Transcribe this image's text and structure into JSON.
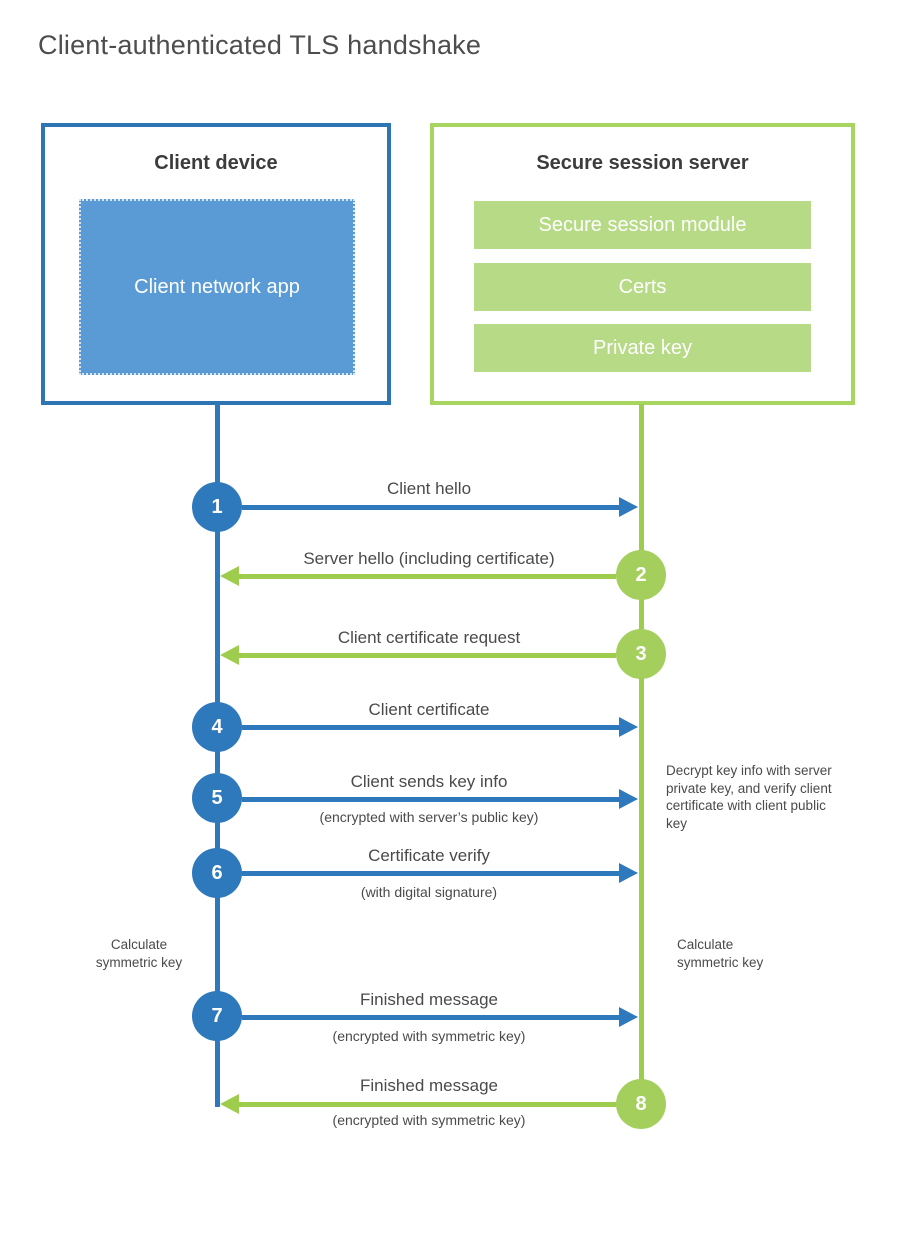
{
  "title": "Client-authenticated TLS handshake",
  "client": {
    "title": "Client device",
    "app_label": "Client network app"
  },
  "server": {
    "title": "Secure session server",
    "modules": [
      "Secure session module",
      "Certs",
      "Private key"
    ]
  },
  "messages": [
    {
      "number": "1",
      "label": "Client hello",
      "sublabel": "",
      "direction": "right",
      "from": "client",
      "to": "server"
    },
    {
      "number": "2",
      "label": "Server hello (including certificate)",
      "sublabel": "",
      "direction": "left",
      "from": "server",
      "to": "client"
    },
    {
      "number": "3",
      "label": "Client certificate request",
      "sublabel": "",
      "direction": "left",
      "from": "server",
      "to": "client"
    },
    {
      "number": "4",
      "label": "Client certificate",
      "sublabel": "",
      "direction": "right",
      "from": "client",
      "to": "server"
    },
    {
      "number": "5",
      "label": "Client sends key info",
      "sublabel": "(encrypted with server’s public key)",
      "direction": "right",
      "from": "client",
      "to": "server"
    },
    {
      "number": "6",
      "label": "Certificate verify",
      "sublabel": "(with digital signature)",
      "direction": "right",
      "from": "client",
      "to": "server"
    },
    {
      "number": "7",
      "label": "Finished message",
      "sublabel": "(encrypted with symmetric key)",
      "direction": "right",
      "from": "client",
      "to": "server"
    },
    {
      "number": "8",
      "label": "Finished message",
      "sublabel": "(encrypted with symmetric key)",
      "direction": "left",
      "from": "server",
      "to": "client"
    }
  ],
  "annotations": {
    "client_note": "Calculate symmetric key",
    "server_note_decrypt": "Decrypt key info with server private key, and verify client certificate with client public key",
    "server_note_calculate": "Calculate symmetric key"
  },
  "colors": {
    "blue_border": "#2e75b4",
    "blue_line": "#2e78bc",
    "blue_fill": "#5b9bd5",
    "green_border": "#a8d55f",
    "green_line": "#9ecc4c",
    "green_circle": "#a4cf5c",
    "green_bar": "#b6da85",
    "text_dark": "#3c3c3c",
    "text_gray": "#4a4a4a"
  }
}
